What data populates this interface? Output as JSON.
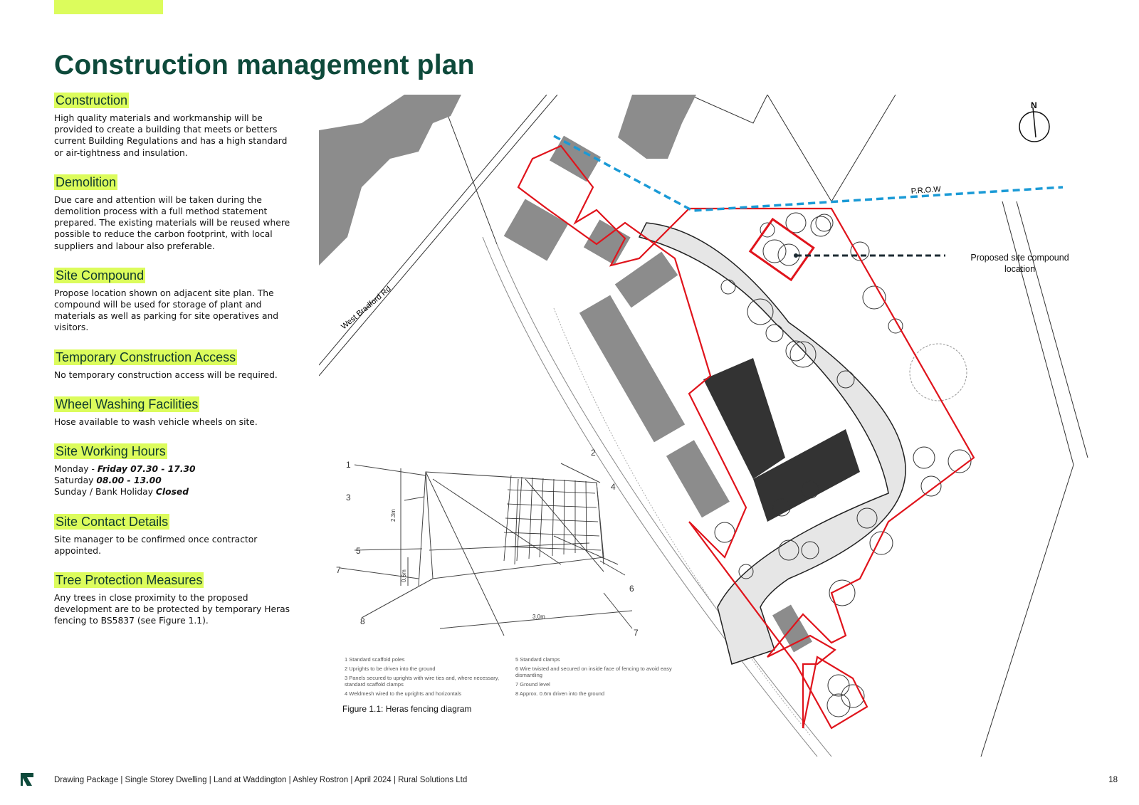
{
  "title": "Construction management plan",
  "sections": [
    {
      "heading": "Construction",
      "body": "High quality materials and workmanship will be provided to create a building that meets or betters current Building Regulations and has a high standard or air-tightness and insulation."
    },
    {
      "heading": "Demolition",
      "body": "Due care and attention will be taken during the demolition process with a full method statement prepared. The existing materials will be reused where possible to reduce the carbon footprint, with local suppliers and labour also preferable."
    },
    {
      "heading": "Site Compound",
      "body": "Propose location shown on adjacent site plan. The compound will be used for storage of plant and materials as well as parking for site operatives and visitors."
    },
    {
      "heading": "Temporary Construction Access",
      "body": "No temporary construction access will be required."
    },
    {
      "heading": "Wheel Washing Facilities",
      "body": "Hose available to wash vehicle wheels on site."
    }
  ],
  "hours": {
    "heading": "Site Working Hours",
    "l1a": "Monday - ",
    "l1b": "Friday 07.30 - 17.30",
    "l2a": "Saturday ",
    "l2b": "08.00 - 13.00",
    "l3a": "Sunday / Bank Holiday ",
    "l3b": "Closed"
  },
  "sections2": [
    {
      "heading": "Site Contact Details",
      "body": "Site manager to be confirmed once contractor appointed."
    },
    {
      "heading": "Tree Protection Measures",
      "body": "Any trees in close proximity to the proposed development are to be protected by temporary Heras fencing to BS5837 (see Figure 1.1)."
    }
  ],
  "map": {
    "road": "West Bradford Rd",
    "prow": "P.R.O.W",
    "compound": "Proposed site compound location",
    "north": "N"
  },
  "diagram": {
    "caption": "Figure 1.1: Heras fencing diagram",
    "h1": "2.3m",
    "h2": "0.6m",
    "w": "3.0m",
    "legend_left": [
      "1  Standard scaffold poles",
      "2  Uprights to be driven into the ground",
      "3  Panels secured to uprights with wire ties and, where necessary, standard scaffold clamps",
      "4  Weldmesh wired to the uprights and horizontals"
    ],
    "legend_right": [
      "5  Standard clamps",
      "6  Wire twisted and secured on inside face of fencing to avoid easy dismantling",
      "7  Ground level",
      "8  Approx. 0.6m driven into the ground"
    ]
  },
  "footer": "Drawing Package  |  Single Storey Dwelling  |  Land at Waddington  |  Ashley Rostron |  April 2024  |  Rural Solutions Ltd",
  "page_number": "18",
  "colors": {
    "accent": "#dcfc5c",
    "title": "#0e4a3b",
    "boundary": "#e0141c",
    "prow": "#1a9ad6"
  }
}
